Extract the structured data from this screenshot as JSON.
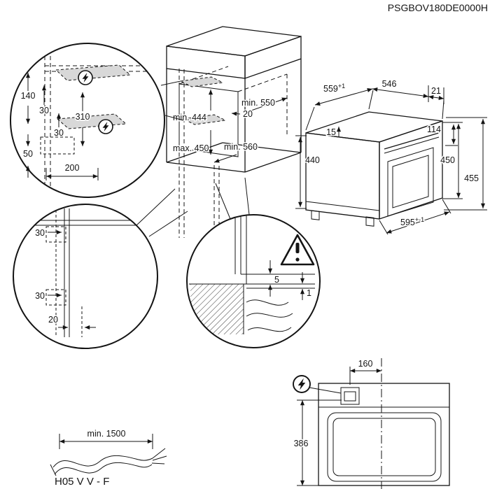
{
  "doc_code": "PSGBOV180DE0000H",
  "colors": {
    "ink": "#141414",
    "highlight": "#d8d8d8"
  },
  "shelf_detail": {
    "d140": "140",
    "d30_top": "30",
    "d310": "310",
    "d30_bottom": "30",
    "d50": "50",
    "d200": "200"
  },
  "cabinet": {
    "niche_min": "min. 444",
    "niche_max": "max. 450",
    "depth_min": "min. 550",
    "rear_gap": "20",
    "base_depth": "min. 560"
  },
  "oven": {
    "w_top": "559",
    "w_top_tol": "+1",
    "depth": "546",
    "edge": "21",
    "inset": "15",
    "front_h": "114",
    "h_back": "440",
    "h_right": "450",
    "h_total": "455",
    "w_front": "595",
    "w_front_tol": "+-1"
  },
  "corner_detail": {
    "d30_top": "30",
    "d30_bottom": "30",
    "d20": "20"
  },
  "gap_detail": {
    "d5": "5",
    "d1": "1"
  },
  "top_view": {
    "d160": "160",
    "d386": "386"
  },
  "cable": {
    "length": "min. 1500",
    "type": "H05 V V - F"
  }
}
